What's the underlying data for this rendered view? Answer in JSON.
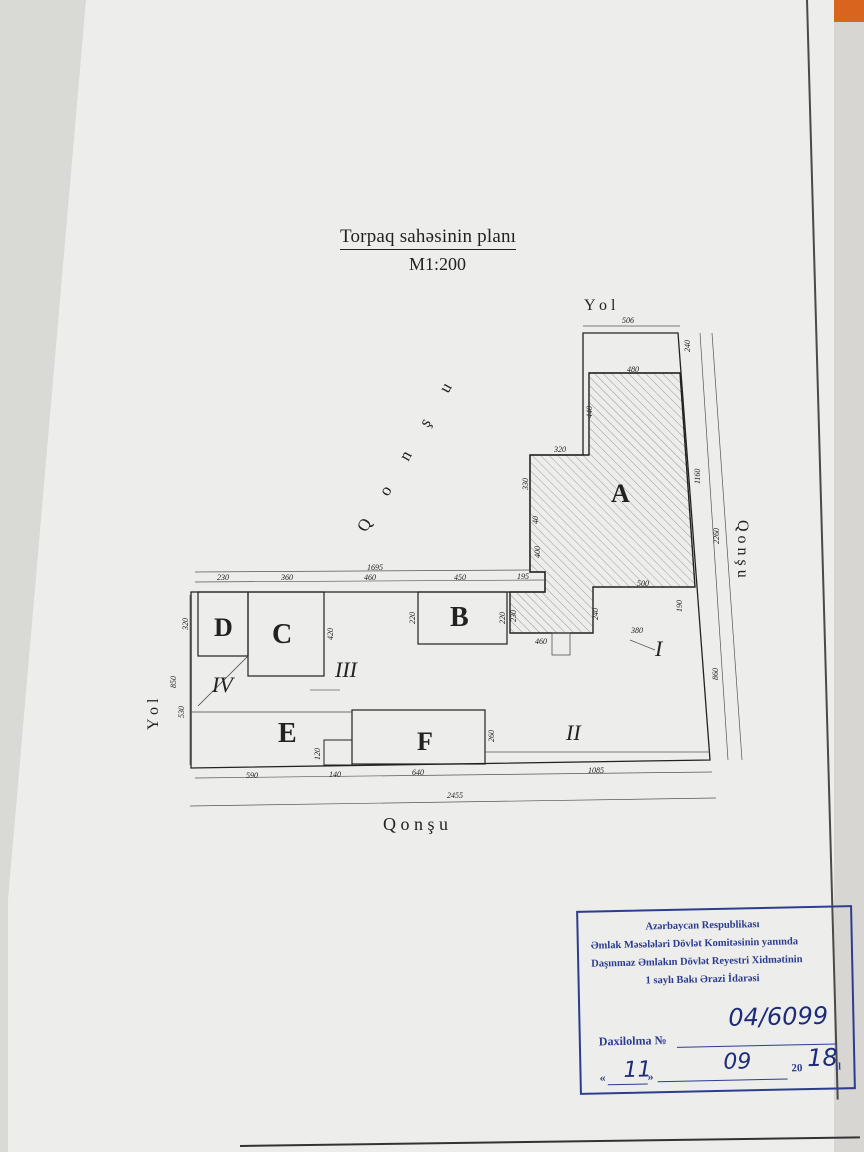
{
  "document": {
    "title": "Torpaq sahəsinin planı",
    "scale": "M1:200"
  },
  "plan": {
    "neighbor_labels": {
      "top_road": "Y o l",
      "left_road": "Y o l",
      "bottom_neighbor": "Q o n ş u",
      "right_neighbor": "Q o n ş u",
      "diagonal_neighbor": [
        "Q",
        "o",
        "n",
        "ş",
        "u"
      ]
    },
    "buildings": [
      "A",
      "B",
      "C",
      "D",
      "E",
      "F"
    ],
    "areas": [
      "I",
      "II",
      "III",
      "IV"
    ],
    "dimensions": {
      "top_506": "506",
      "top_480": "480",
      "right_240": "240",
      "a_440": "440",
      "a_320": "320",
      "a_330": "330",
      "a_40": "40",
      "a_400": "400",
      "right_1160": "1160",
      "right_2260": "2260",
      "a_500": "500",
      "top_1695": "1695",
      "top_230": "230",
      "top_360": "360",
      "top_460": "460",
      "top_450": "450",
      "top_195": "195",
      "d_320": "320",
      "c_420": "420",
      "b_220a": "220",
      "b_220b": "220",
      "b_230": "230",
      "a_240": "240",
      "a_190": "190",
      "a_460": "460",
      "i_380": "380",
      "left_850": "850",
      "left_530": "530",
      "e_120": "120",
      "f_260": "260",
      "right_860": "860",
      "bot_590": "590",
      "bot_140": "140",
      "bot_640": "640",
      "bot_1085": "1085",
      "bot_2455": "2455"
    }
  },
  "stamp": {
    "line1": "Azərbaycan Respublikası",
    "line2": "Əmlak Məsələləri Dövlət Komitəsinin yanında",
    "line3": "Daşınmaz Əmlakın Dövlət Reyestri Xidmətinin",
    "line4": "1 saylı Bakı Ərazi İdarəsi",
    "registration_label": "Daxilolma №",
    "registration_number": "04/6099",
    "day": "11",
    "month": "09",
    "year_prefix": "20",
    "year_suffix": "18",
    "year_unit": "il",
    "quote_open": "«",
    "quote_close": "»"
  }
}
